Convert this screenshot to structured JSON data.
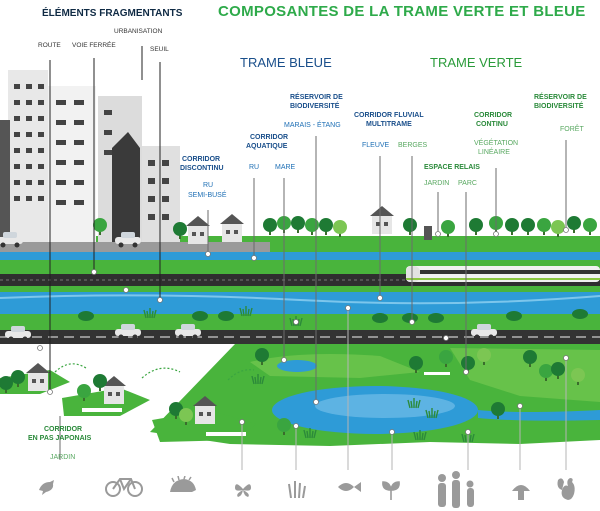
{
  "title": "COMPOSANTES DE LA TRAME VERTE ET BLEUE",
  "fragments": {
    "heading": "ÉLÉMENTS FRAGMENTANTS",
    "urbanisation": "URBANISATION",
    "route": "ROUTE",
    "voie_ferree": "VOIE FERRÉE",
    "seuil": "SEUIL"
  },
  "trame_bleue": {
    "heading": "TRAME BLEUE",
    "corridor_discontinu": {
      "title_1": "CORRIDOR",
      "title_2": "DISCONTINU",
      "item_1": "RU",
      "item_2": "SEMI-BUSÉ"
    },
    "corridor_aquatique": {
      "title_1": "CORRIDOR",
      "title_2": "AQUATIQUE",
      "item_1": "RU",
      "item_2": "MARE"
    },
    "reservoir": {
      "title_1": "RÉSERVOIR DE",
      "title_2": "BIODIVERSITÉ",
      "item": "MARAIS - ÉTANG"
    },
    "corridor_fluvial": {
      "title_1": "CORRIDOR FLUVIAL",
      "title_2": "MULTITRAME",
      "item_1": "FLEUVE",
      "item_2": "BERGES"
    }
  },
  "trame_verte": {
    "heading": "TRAME VERTE",
    "corridor_continu": {
      "title_1": "CORRIDOR",
      "title_2": "CONTINU",
      "item_1": "VÉGÉTATION",
      "item_2": "LINÉAIRE"
    },
    "reservoir": {
      "title_1": "RÉSERVOIR DE",
      "title_2": "BIODIVERSITÉ",
      "item": "FORÊT"
    },
    "espace_relais": {
      "title": "ESPACE RELAIS",
      "item_1": "JARDIN",
      "item_2": "PARC"
    },
    "corridor_pas_japonais": {
      "title_1": "CORRIDOR",
      "title_2": "EN PAS JAPONAIS",
      "item": "JARDIN"
    }
  },
  "icons": [
    "bird-icon",
    "bicycle-icon",
    "hedgehog-icon",
    "butterfly-icon",
    "grass-icon",
    "fish-icon",
    "plant-icon",
    "people-icon",
    "mushroom-icon",
    "squirrel-icon"
  ],
  "colors": {
    "grass": "#49b43c",
    "grass_light": "#67c24a",
    "water": "#2e9bd7",
    "water_light": "#7cc6ec",
    "road": "#3b3b3b",
    "blue_text": "#1a4f8b",
    "green_text": "#2a9b3a"
  }
}
